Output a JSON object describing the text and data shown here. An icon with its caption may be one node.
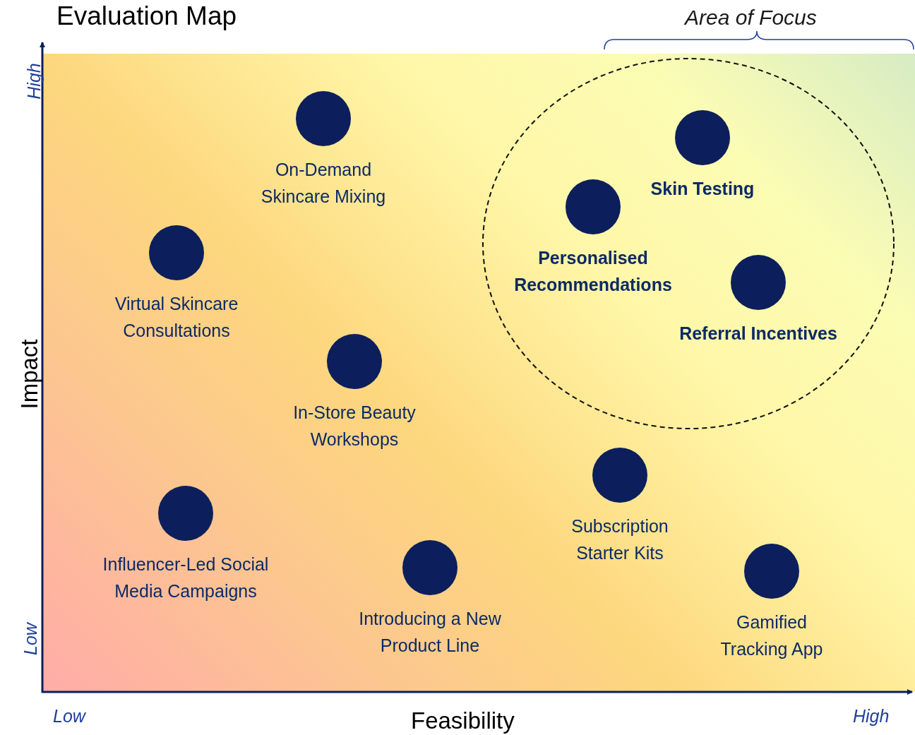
{
  "diagram": {
    "title": "Evaluation Map",
    "nodes": [
      {
        "text": [],
        "shape": "ellipse"
      },
      {
        "text": [
          "On-Demand Skincare Mixing"
        ]
      },
      {
        "text": [
          "Skin Testing"
        ],
        "in": 0
      },
      {
        "text": [
          "Personalised Recommendations"
        ],
        "in": 0
      },
      {
        "text": [
          "Virtual Skincare Consultations"
        ]
      },
      {
        "text": [
          "Referral Incentives"
        ],
        "in": 0
      },
      {
        "text": [
          "In-Store Beauty Workshops"
        ]
      },
      {
        "text": [
          "Subscription Starter Kits"
        ]
      },
      {
        "text": [
          "Influencer-Led Social Media Campaigns"
        ]
      },
      {
        "text": [
          "Introducing a New Product Line"
        ]
      },
      {
        "text": [
          "Gamified Tracking App"
        ]
      }
    ],
    "edges": [],
    "labels": [
      "Area of Focus",
      "High",
      "Impact",
      "Low",
      "Low",
      "Feasibility",
      "High"
    ]
  }
}
